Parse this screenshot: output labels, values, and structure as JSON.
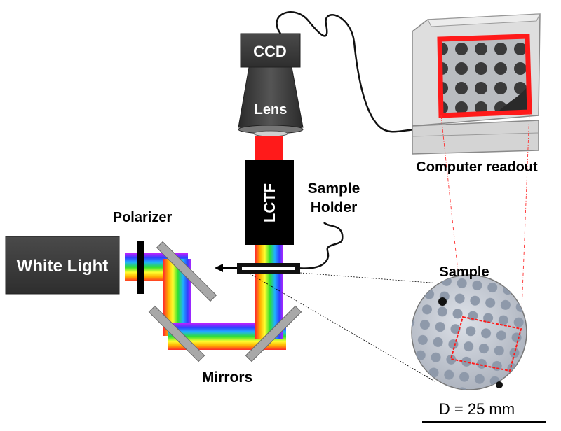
{
  "labels": {
    "ccd": "CCD",
    "lens": "Lens",
    "lctf": "LCTF",
    "sample_holder_line1": "Sample",
    "sample_holder_line2": "Holder",
    "polarizer": "Polarizer",
    "white_light": "White Light",
    "mirrors": "Mirrors",
    "computer_readout": "Computer readout",
    "sample": "Sample",
    "diameter": "D = 25 mm"
  },
  "colors": {
    "box": "#3d3d3d",
    "box_dark": "#1a1a1a",
    "red": "#ff1a1a",
    "mirror": "#a8a8a8",
    "monitor": "#dedede",
    "monitor_edge": "#8a8a8a",
    "sample_disc": "#c9ced6",
    "sample_dot": "#8e99aa"
  }
}
